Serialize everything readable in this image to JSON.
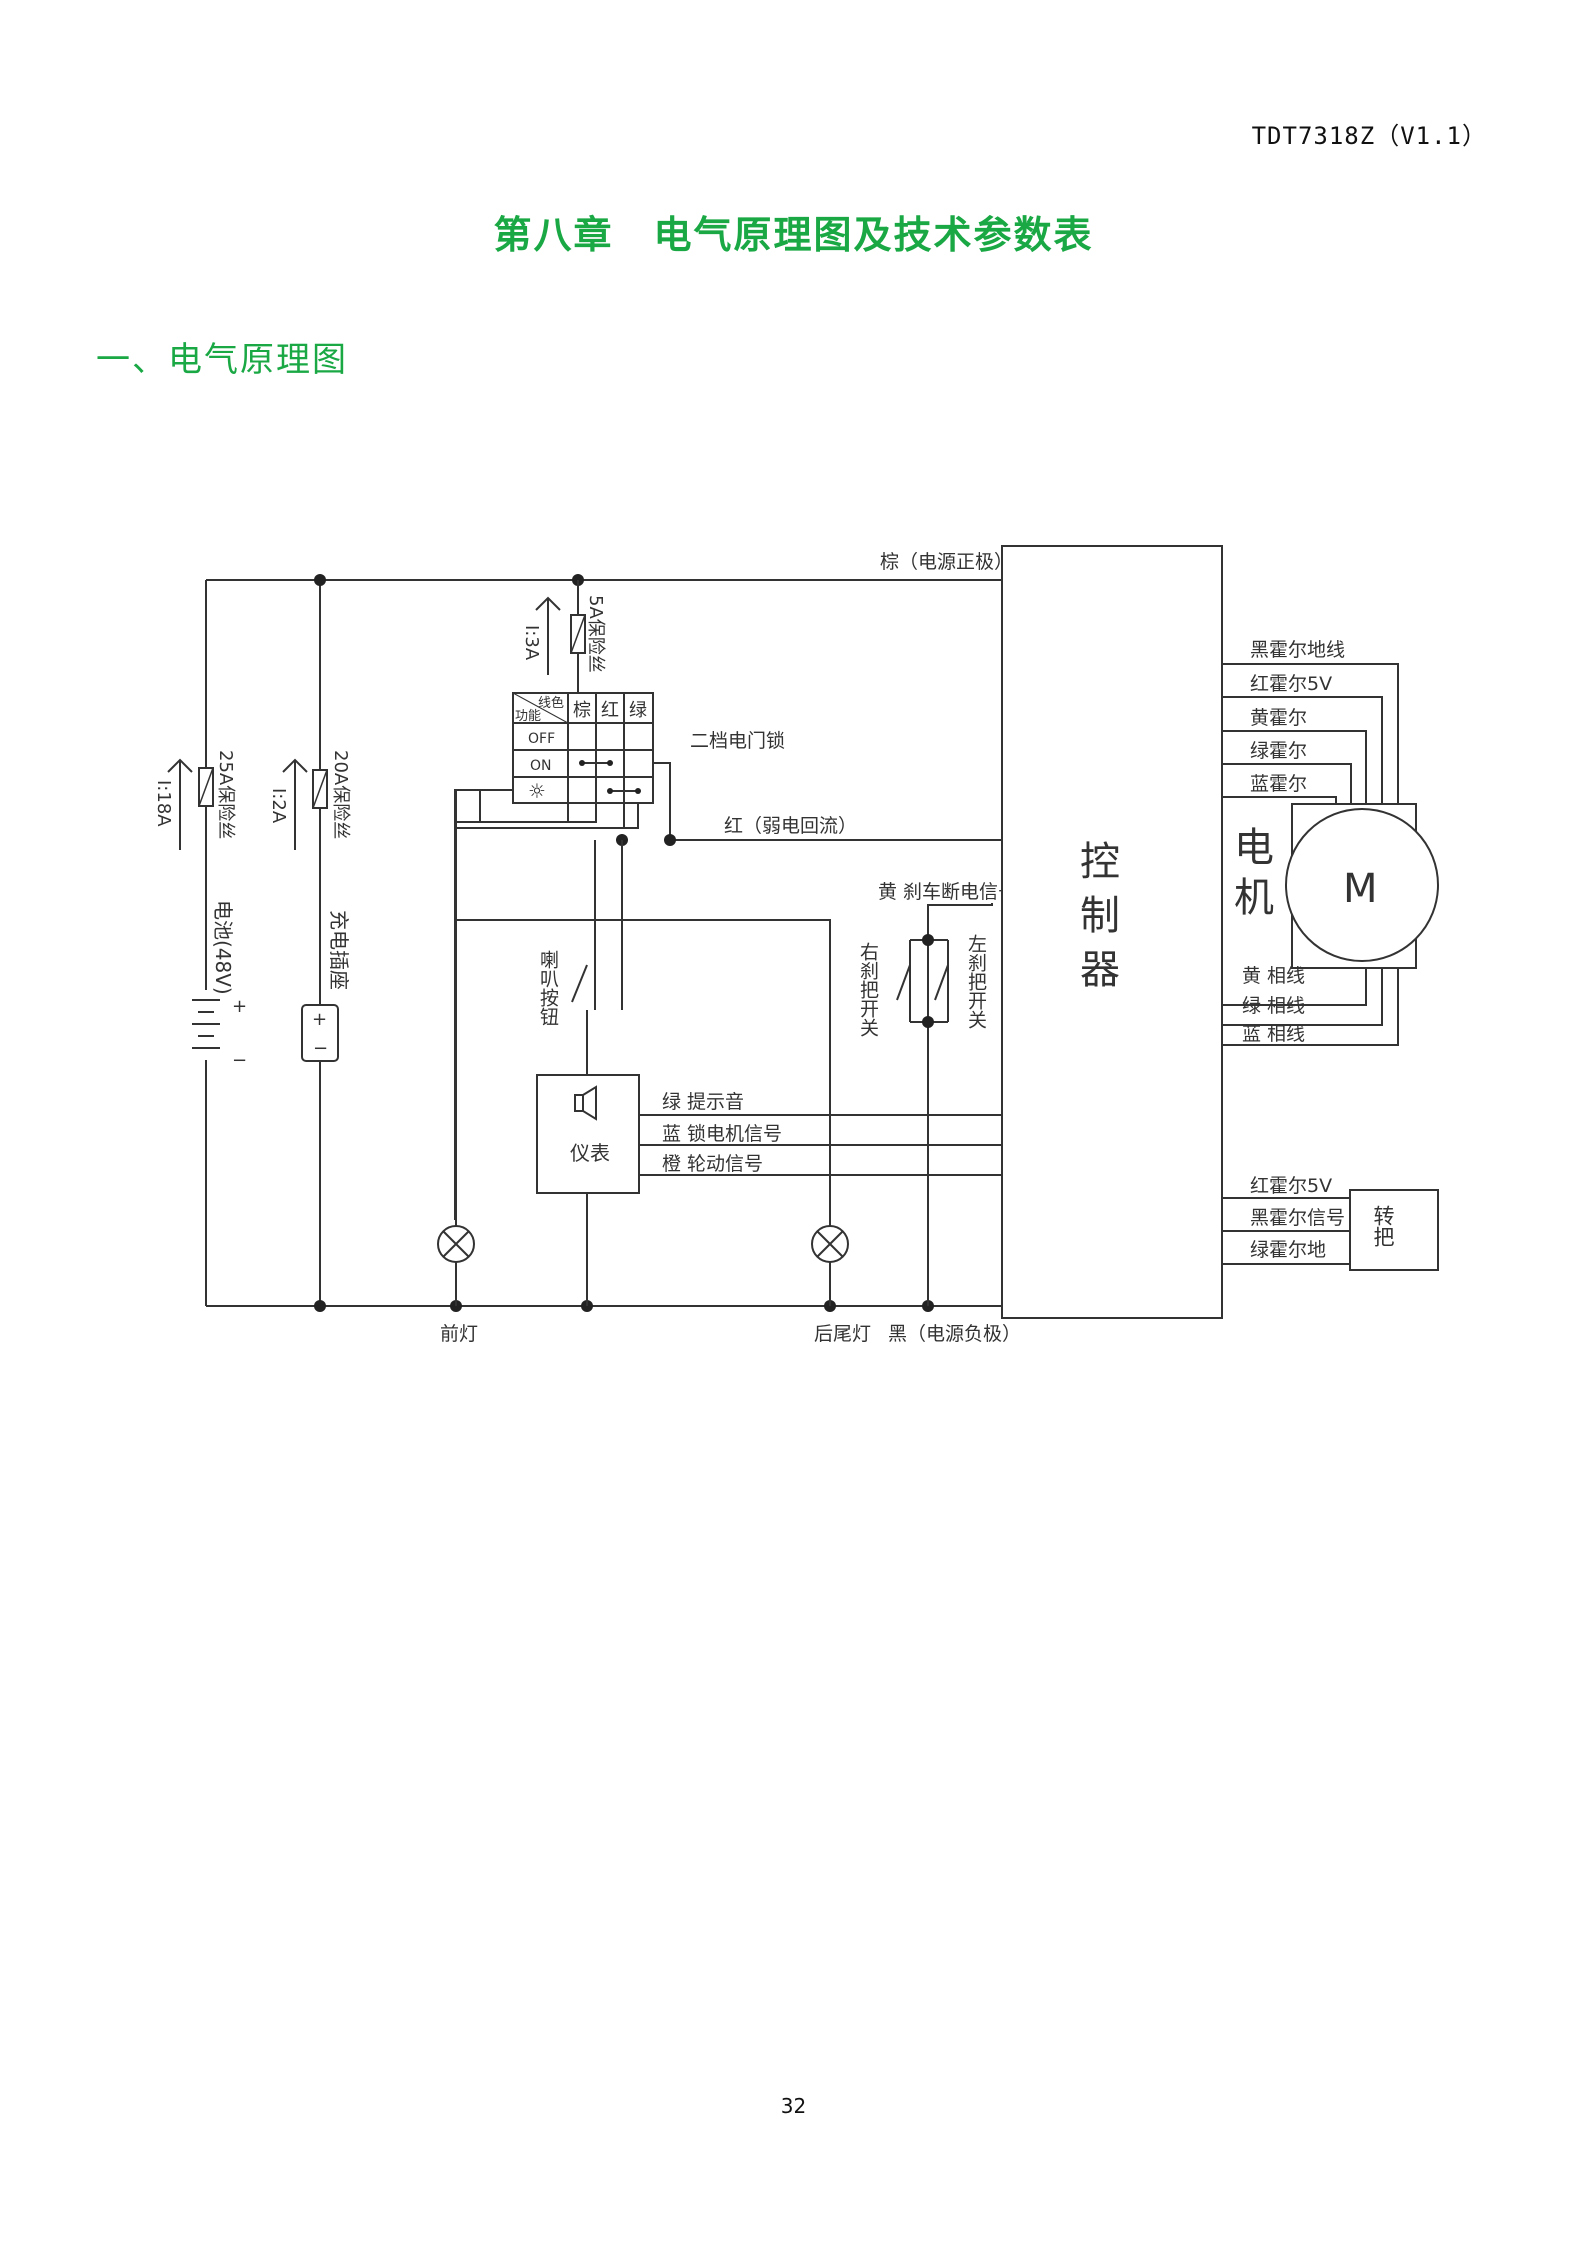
{
  "header": {
    "doc_code": "TDT7318Z（V1.1）"
  },
  "chapter_title": "第八章　电气原理图及技术参数表",
  "section_title": "一、电气原理图",
  "page_number": "32",
  "diagram": {
    "brown_power_positive": "棕（电源正极）",
    "fuse_5a": "5A保险丝",
    "fuse_5a_current": "I:3A",
    "fuse_25a": "25A保险丝",
    "fuse_25a_current": "I:18A",
    "fuse_20a": "20A保险丝",
    "fuse_20a_current": "I:2A",
    "battery": "电池(48V)",
    "charge_socket": "充电插座",
    "key_switch": "二档电门锁",
    "table_corner_top": "线色",
    "table_corner_bottom": "功能",
    "table_col_brown": "棕",
    "table_col_red": "红",
    "table_col_green": "绿",
    "table_row_off": "OFF",
    "table_row_on": "ON",
    "table_row_light": "☼",
    "red_weak_return": "红（弱电回流）",
    "yellow_brake_signal": "黄 刹车断电信号",
    "right_brake_switch": "右刹把开关",
    "left_brake_switch": "左刹把开关",
    "horn_button": "喇叭按钮",
    "meter": "仪表",
    "green_prompt": "绿 提示音",
    "blue_lock_signal": "蓝 锁电机信号",
    "orange_wheel_signal": "橙 轮动信号",
    "controller": "控制器",
    "motor": "电机",
    "motor_symbol": "M",
    "hall_black_ground": "黑霍尔地线",
    "hall_red_5v": "红霍尔5V",
    "hall_yellow": "黄霍尔",
    "hall_green": "绿霍尔",
    "hall_blue": "蓝霍尔",
    "phase_yellow": "黄 相线",
    "phase_green": "绿 相线",
    "phase_blue": "蓝 相线",
    "throttle_red_5v": "红霍尔5V",
    "throttle_black_signal": "黑霍尔信号",
    "throttle_green_ground": "绿霍尔地",
    "throttle": "转把",
    "front_light": "前灯",
    "rear_light": "后尾灯",
    "black_power_negative": "黑（电源负极）"
  }
}
